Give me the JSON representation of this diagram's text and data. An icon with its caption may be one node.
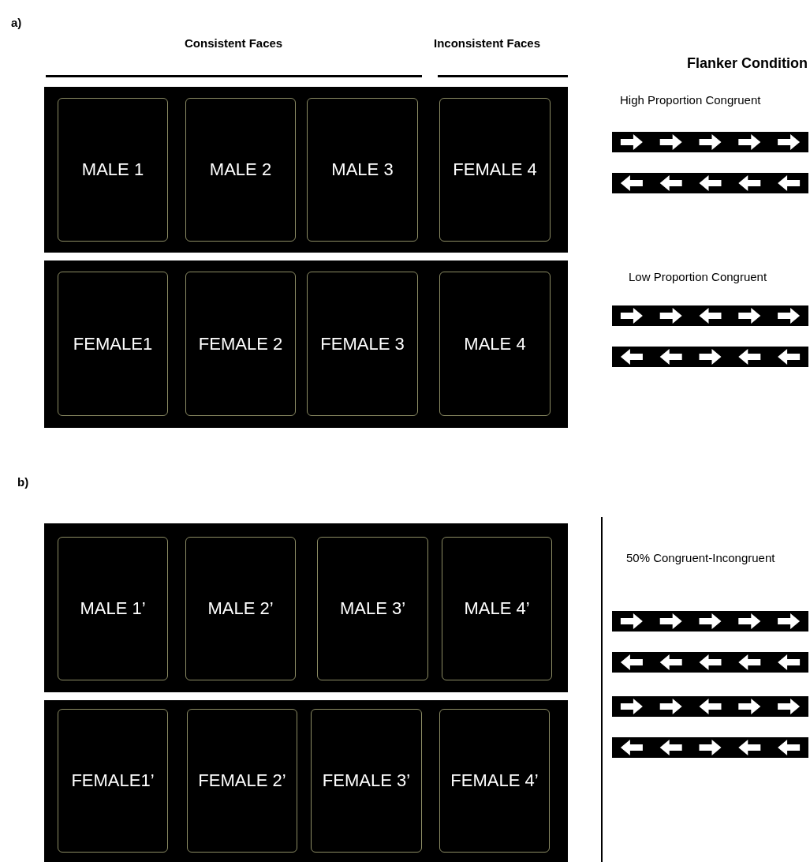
{
  "diagram": {
    "nodes": [
      {
        "text": [],
        "shape": "box"
      },
      {
        "text": [
          "MALE 1"
        ],
        "in": 0
      },
      {
        "text": [
          "MALE 2"
        ],
        "in": 0
      },
      {
        "text": [
          "MALE 3"
        ],
        "in": 0
      },
      {
        "text": [
          "FEMALE 4"
        ],
        "in": 0
      },
      {
        "text": [],
        "shape": "box"
      },
      {
        "text": [
          "FEMALE1"
        ],
        "in": 5
      },
      {
        "text": [
          "FEMALE 2"
        ],
        "in": 5
      },
      {
        "text": [
          "FEMALE 3"
        ],
        "in": 5
      },
      {
        "text": [
          "MALE 4"
        ],
        "in": 5
      },
      {
        "text": [],
        "shape": "box"
      },
      {
        "text": [
          "MALE 1’"
        ],
        "in": 10
      },
      {
        "text": [
          "MALE 2’"
        ],
        "in": 10
      },
      {
        "text": [
          "MALE 3’"
        ],
        "in": 10
      },
      {
        "text": [
          "MALE 4’"
        ],
        "in": 10
      },
      {
        "text": [],
        "shape": "box"
      },
      {
        "text": [
          "FEMALE1’"
        ],
        "in": 15
      },
      {
        "text": [
          "FEMALE 2’"
        ],
        "in": 15
      },
      {
        "text": [
          "FEMALE 3’"
        ],
        "in": 15
      },
      {
        "text": [
          "FEMALE 4’"
        ],
        "in": 15
      }
    ],
    "labels": [
      "a)",
      "Consistent Faces",
      "Inconsistent Faces",
      "Flanker Condition",
      "High Proportion Congruent",
      "Low Proportion Congruent",
      "b)",
      "50% Congruent-Incongruent"
    ]
  }
}
